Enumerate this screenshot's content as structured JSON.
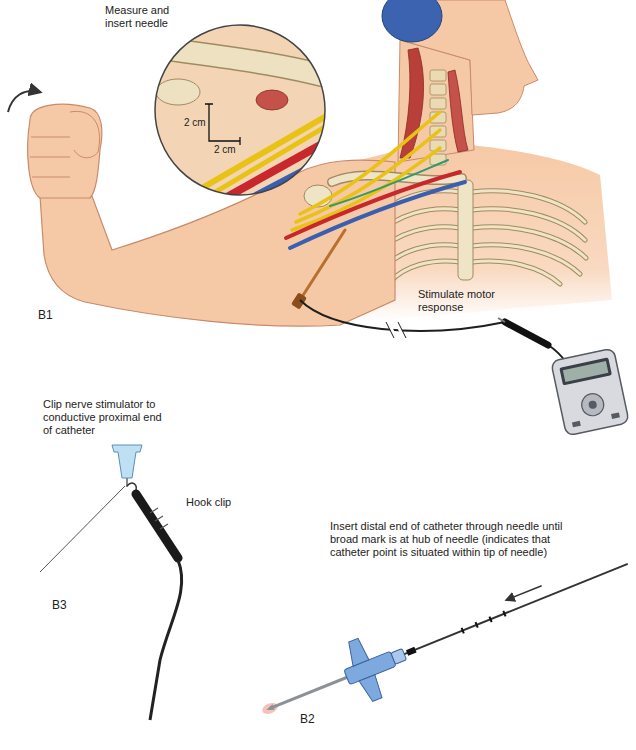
{
  "diagram": {
    "labels": [
      "Measure and insert needle",
      "2 cm",
      "2 cm",
      "B1",
      "Stimulate motor response",
      "Clip nerve stimulator to conductive proximal end of catheter",
      "Hook clip",
      "B3",
      "Insert distal end of catheter through needle until broad mark is at hub of needle (indicates that catheter point is situated within tip of needle)",
      "B2"
    ]
  }
}
